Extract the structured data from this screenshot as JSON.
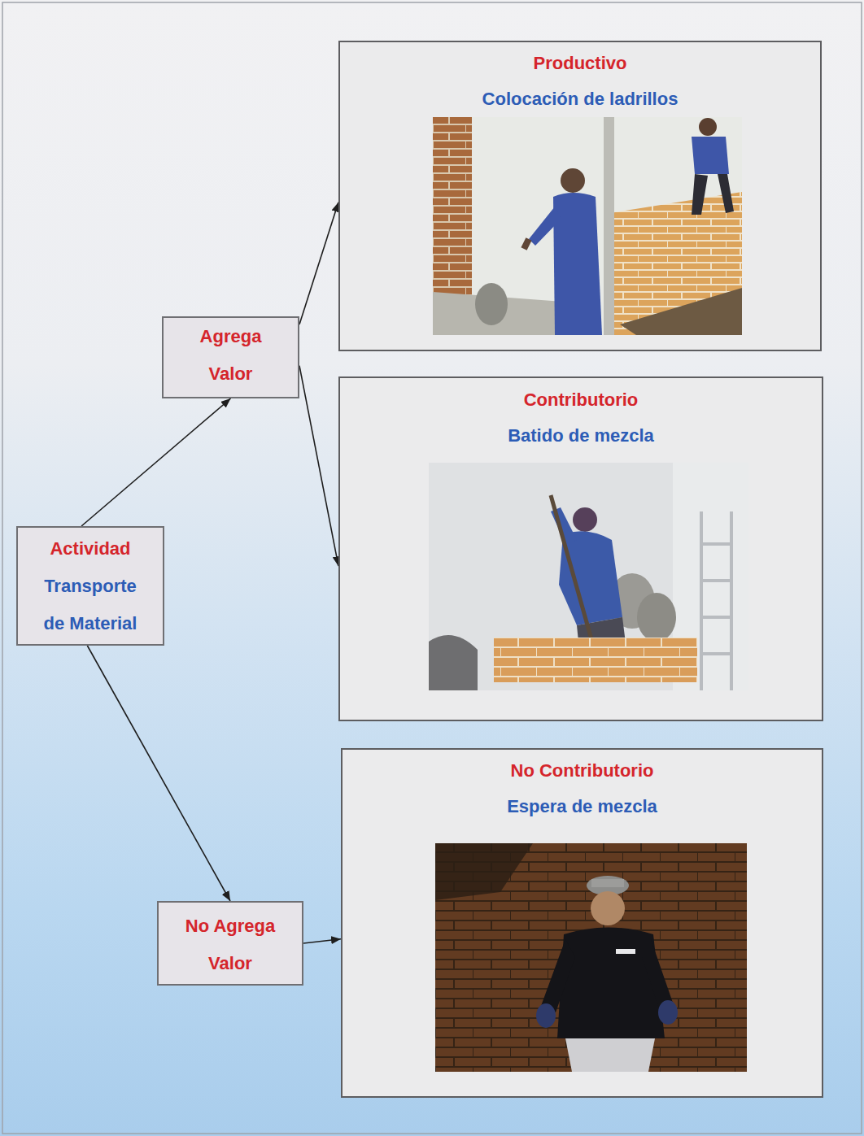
{
  "diagram": {
    "nodes": [
      {
        "text": [
          "Actividad",
          "Transporte de Material"
        ]
      },
      {
        "text": [
          "Agrega Valor"
        ]
      },
      {
        "text": [
          "Productivo",
          "Colocación de ladrillos"
        ]
      },
      {
        "text": [
          "Contributorio",
          "Batido de mezcla"
        ]
      },
      {
        "text": [
          "No Agrega Valor"
        ]
      },
      {
        "text": [
          "No Contributorio",
          "Espera de mezcla"
        ]
      }
    ],
    "edges": [
      {
        "from": 0,
        "to": 1,
        "arrow": "to"
      },
      {
        "from": 1,
        "to": 2,
        "arrow": "to"
      },
      {
        "from": 1,
        "to": 3,
        "arrow": "to"
      },
      {
        "from": 0,
        "to": 4,
        "arrow": "to"
      },
      {
        "from": 4,
        "to": 5,
        "arrow": "to"
      }
    ]
  }
}
